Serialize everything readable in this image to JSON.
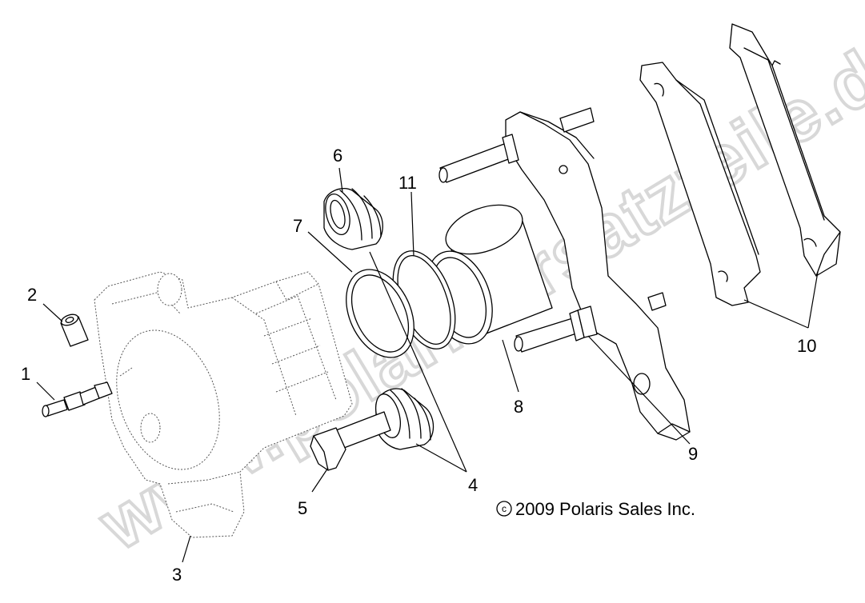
{
  "callouts": {
    "c1": "1",
    "c2": "2",
    "c3": "3",
    "c4": "4",
    "c5": "5",
    "c6": "6",
    "c7": "7",
    "c8": "8",
    "c9": "9",
    "c10": "10",
    "c11": "11"
  },
  "copyright": "2009 Polaris Sales Inc.",
  "copyright_symbol": "c",
  "watermark": "www.polarisersatzteile.de",
  "colors": {
    "line": "#000000",
    "watermark": "#d8d8d8",
    "background": "#ffffff"
  }
}
